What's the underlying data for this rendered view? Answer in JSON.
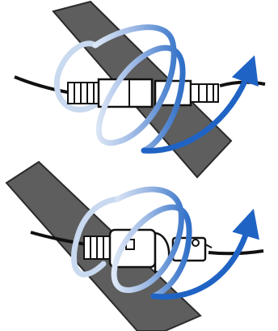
{
  "diagram": {
    "panels": [
      {
        "id": "top",
        "connector_state": "disconnected",
        "wrap_direction": "over-and-around"
      },
      {
        "id": "bottom",
        "connector_state": "connected",
        "wrap_direction": "over-and-around"
      }
    ],
    "colors": {
      "background": "#ffffff",
      "bar": "#5e5e5e",
      "bar_edge": "#2a2a2a",
      "cable": "#1a1a1a",
      "connector_fill": "#ffffff",
      "connector_stroke": "#111111",
      "loop_light": "#c9d9ef",
      "loop_mid": "#86a8dc",
      "loop_dark": "#3d78c8",
      "arrow": "#1f63c4"
    },
    "icons": [
      "bar-guide",
      "cable",
      "connector-plug",
      "connector-socket",
      "wrap-loop",
      "curved-arrow"
    ]
  }
}
